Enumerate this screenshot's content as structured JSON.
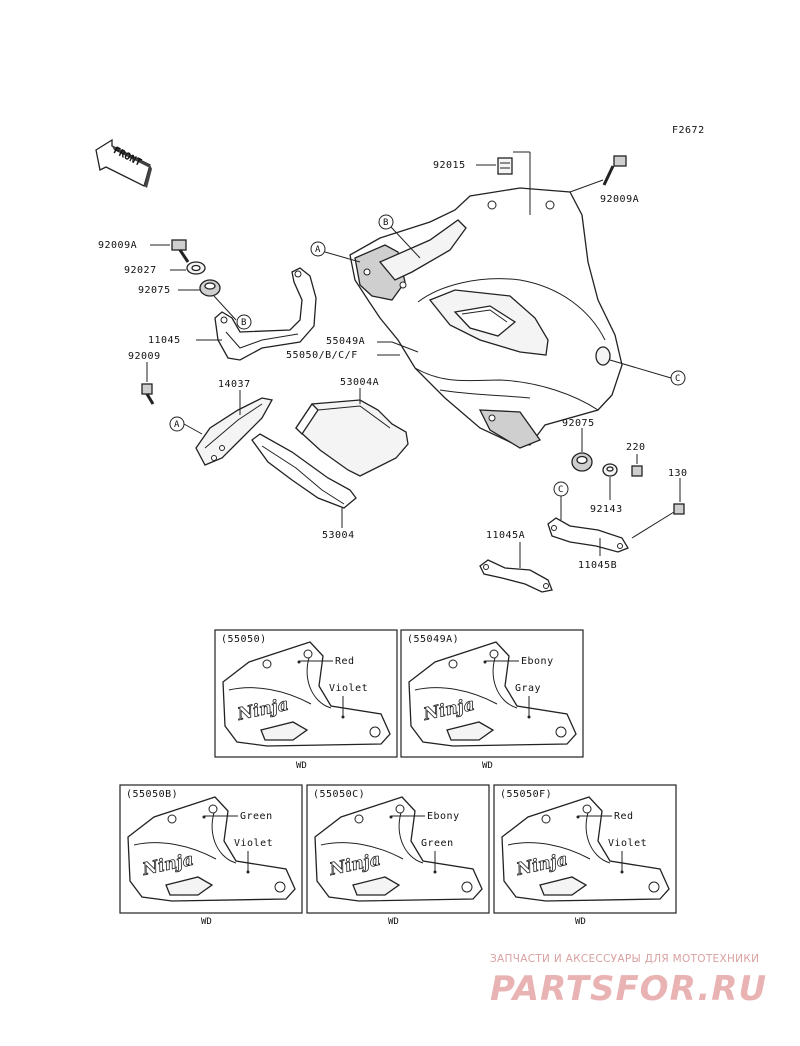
{
  "figure_code": "F2672",
  "front_label": "FRONT",
  "callouts": {
    "p92015": "92015",
    "p92009A_r": "92009A",
    "p92009A_l": "92009A",
    "p92027": "92027",
    "p92075_l": "92075",
    "p11045": "11045",
    "p92009": "92009",
    "p14037": "14037",
    "p55049A": "55049A",
    "p55050": "55050/B/C/F",
    "p53004A": "53004A",
    "p53004": "53004",
    "p92075_r": "92075",
    "p220": "220",
    "p130": "130",
    "p92143": "92143",
    "p11045A": "11045A",
    "p11045B": "11045B"
  },
  "refs": {
    "A": "A",
    "B": "B",
    "C": "C"
  },
  "variants": [
    {
      "code": "(55050)",
      "color1": "Red",
      "color2": "Violet",
      "note": "WD"
    },
    {
      "code": "(55049A)",
      "color1": "Ebony",
      "color2": "Gray",
      "note": "WD"
    },
    {
      "code": "(55050B)",
      "color1": "Green",
      "color2": "Violet",
      "note": "WD"
    },
    {
      "code": "(55050C)",
      "color1": "Ebony",
      "color2": "Green",
      "note": "WD"
    },
    {
      "code": "(55050F)",
      "color1": "Red",
      "color2": "Violet",
      "note": "WD"
    }
  ],
  "logo_text": "Ninja",
  "watermark": {
    "tagline": "ЗАПЧАСТИ И АКСЕССУАРЫ ДЛЯ МОТОТЕХНИКИ",
    "brand": "PARTSFOR.RU"
  }
}
